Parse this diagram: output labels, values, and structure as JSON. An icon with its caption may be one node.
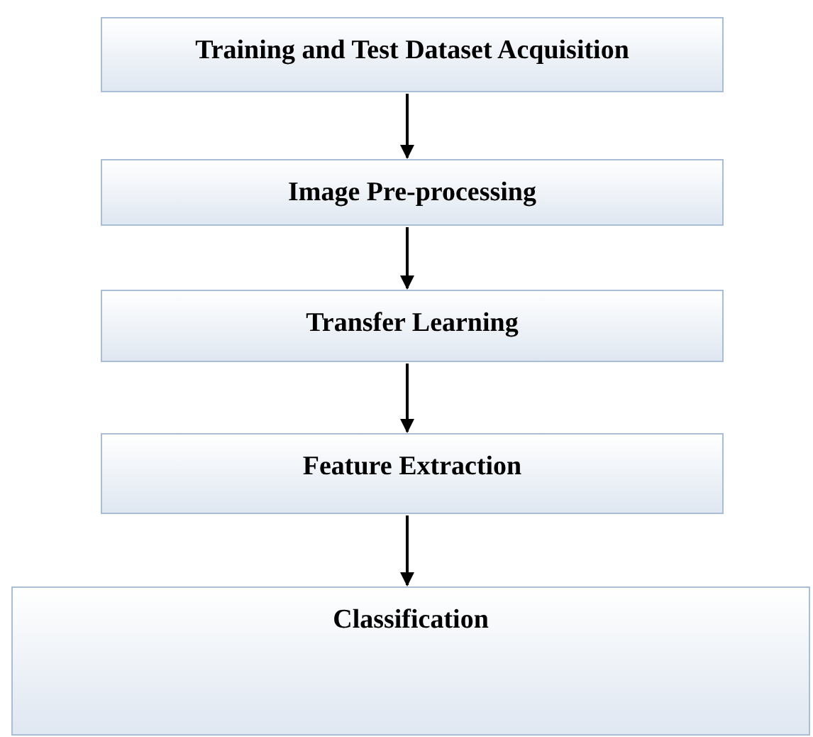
{
  "diagram": {
    "nodes": [
      {
        "text": [
          "Training and Test Dataset Acquisition"
        ]
      },
      {
        "text": [
          "Image Pre-processing"
        ]
      },
      {
        "text": [
          "Transfer Learning"
        ]
      },
      {
        "text": [
          "Feature Extraction"
        ]
      },
      {
        "text": [
          "Classification"
        ]
      }
    ],
    "edges": [
      {
        "from": 0,
        "to": 1,
        "arrow": "to"
      },
      {
        "from": 1,
        "to": 2,
        "arrow": "to"
      },
      {
        "from": 2,
        "to": 3,
        "arrow": "to"
      },
      {
        "from": 3,
        "to": 4,
        "arrow": "to"
      }
    ]
  }
}
